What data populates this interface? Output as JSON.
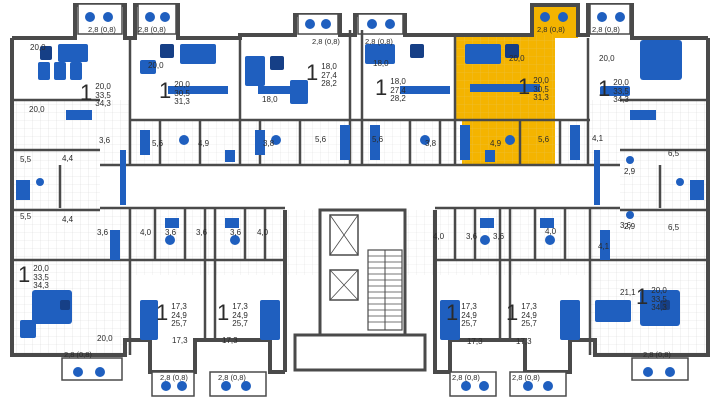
{
  "colors": {
    "wall": "#4a4a4a",
    "floor": "#ffffff",
    "tile_grid": "#d9d9d9",
    "furniture": "#1f5fbf",
    "furniture_dark": "#163f86",
    "highlight": "#f4b400"
  },
  "balcony_labels": [
    "2,8 (0,8)",
    "2,8 (0,8)",
    "2,8 (0,8)",
    "2,8 (0,8)",
    "2,8 (0,8)",
    "2,8 (0,8)",
    "2,8 (0,8)",
    "2,8 (0,8)",
    "2,8 (0,8)",
    "2,8 (0,8)",
    "2,8 (0,8)",
    "2,8 (0,8)"
  ],
  "apartments": [
    {
      "rooms": "1",
      "areas": [
        "20,0",
        "33,5",
        "34,3"
      ]
    },
    {
      "rooms": "1",
      "areas": [
        "20,0",
        "30,5",
        "31,3"
      ]
    },
    {
      "rooms": "1",
      "areas": [
        "18,0",
        "27,4",
        "28,2"
      ]
    },
    {
      "rooms": "1",
      "areas": [
        "18,0",
        "27,4",
        "28,2"
      ]
    },
    {
      "rooms": "1",
      "areas": [
        "20,0",
        "30,5",
        "31,3"
      ]
    },
    {
      "rooms": "1",
      "areas": [
        "20,0",
        "33,5",
        "34,3"
      ]
    },
    {
      "rooms": "1",
      "areas": [
        "20,0",
        "33,5",
        "34,3"
      ]
    },
    {
      "rooms": "1",
      "areas": [
        "17,3",
        "24,9",
        "25,7"
      ]
    },
    {
      "rooms": "1",
      "areas": [
        "17,3",
        "24,9",
        "25,7"
      ]
    },
    {
      "rooms": "1",
      "areas": [
        "17,3",
        "24,9",
        "25,7"
      ]
    },
    {
      "rooms": "1",
      "areas": [
        "17,3",
        "24,9",
        "25,7"
      ]
    },
    {
      "rooms": "1",
      "areas": [
        "20,0",
        "33,5",
        "34,3"
      ]
    }
  ],
  "room_labels": [
    "20,0",
    "20,0",
    "18,0",
    "18,0",
    "20,0",
    "20,0",
    "20,0",
    "3,6",
    "5,6",
    "4,9",
    "3,8",
    "5,6",
    "5,6",
    "3,8",
    "4,9",
    "5,6",
    "4,1",
    "3,6",
    "5,5",
    "4,4",
    "4,4",
    "5,5",
    "6,5",
    "6,5",
    "2,9",
    "2,9",
    "3,6",
    "4,0",
    "3,6",
    "3,6",
    "4,0",
    "4,0",
    "3,6",
    "3,6",
    "4,0",
    "4,1",
    "20,0",
    "17,3",
    "17,3",
    "17,3",
    "17,3",
    "21,1",
    "3,6"
  ]
}
